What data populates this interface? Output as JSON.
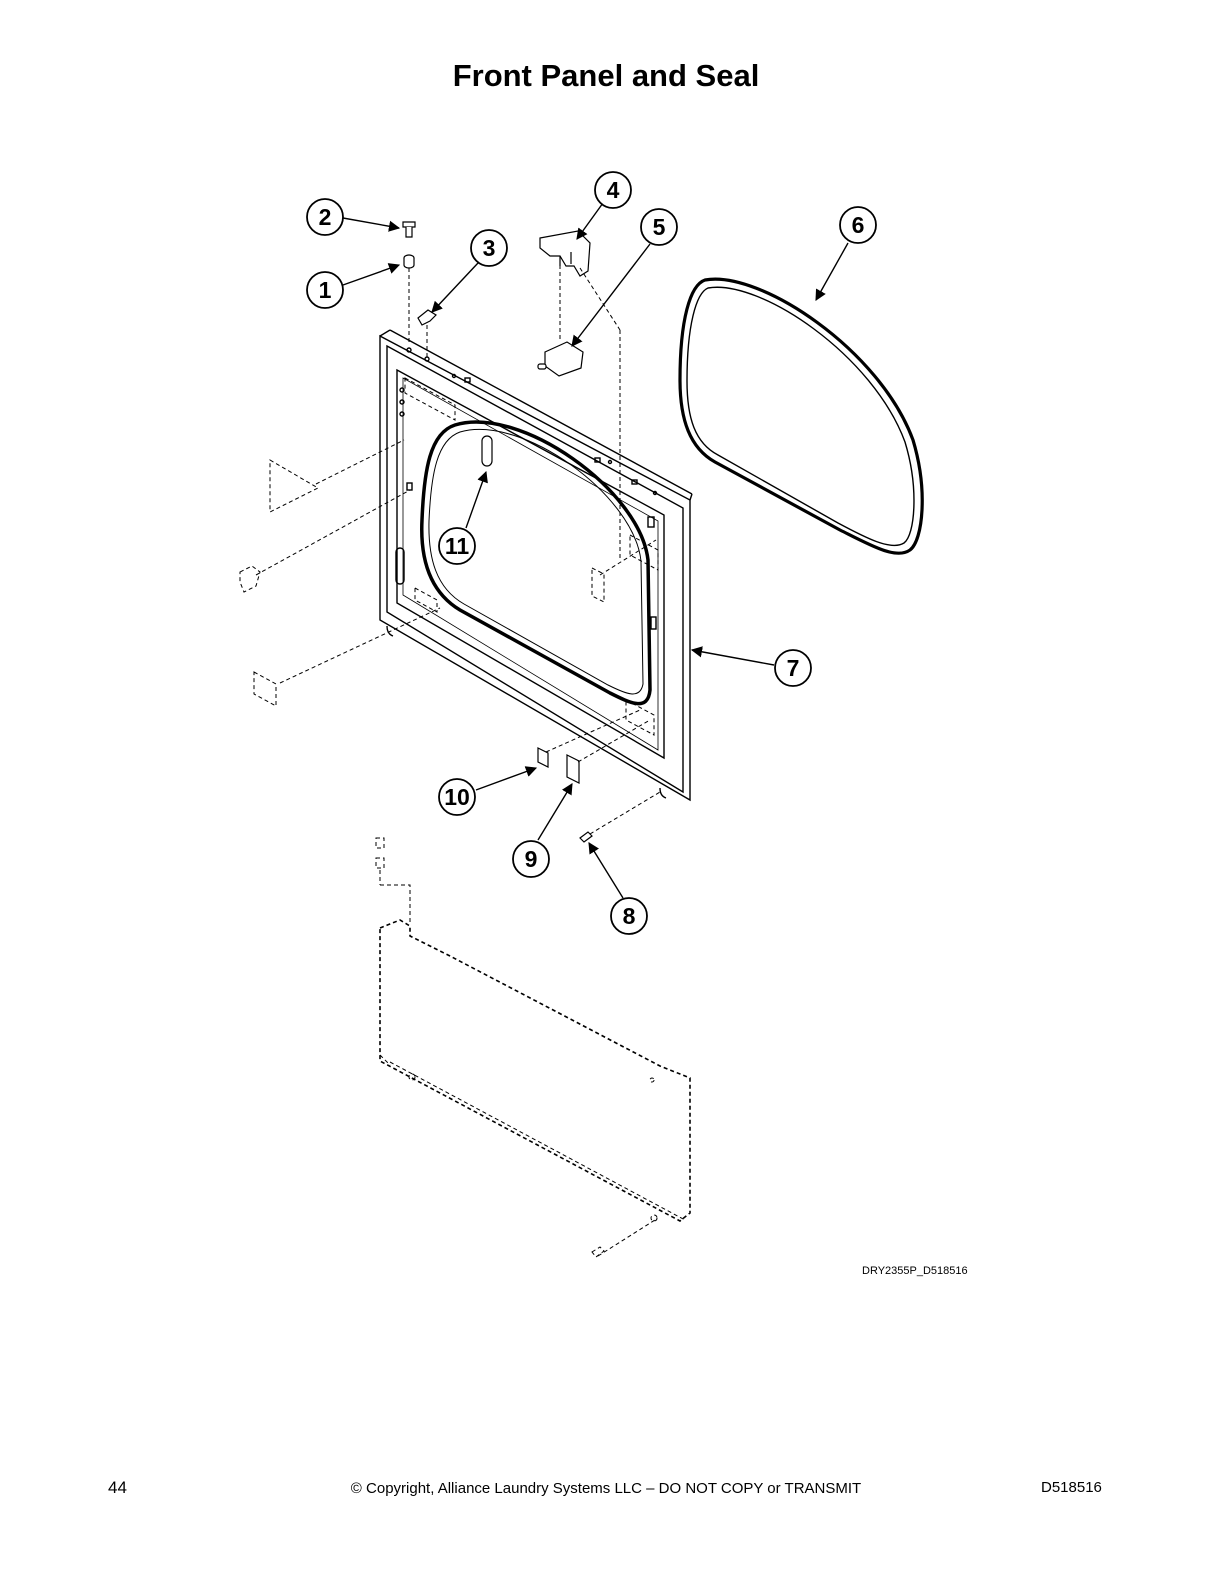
{
  "title": "Front Panel and Seal",
  "callouts": [
    {
      "number": "1"
    },
    {
      "number": "2"
    },
    {
      "number": "3"
    },
    {
      "number": "4"
    },
    {
      "number": "5"
    },
    {
      "number": "6"
    },
    {
      "number": "7"
    },
    {
      "number": "8"
    },
    {
      "number": "9"
    },
    {
      "number": "10"
    },
    {
      "number": "11"
    }
  ],
  "drawing_id": "DRY2355P_D518516",
  "footer": {
    "page_number": "44",
    "copyright": "© Copyright, Alliance Laundry Systems LLC – DO NOT COPY or TRANSMIT",
    "doc_number": "D518516"
  }
}
